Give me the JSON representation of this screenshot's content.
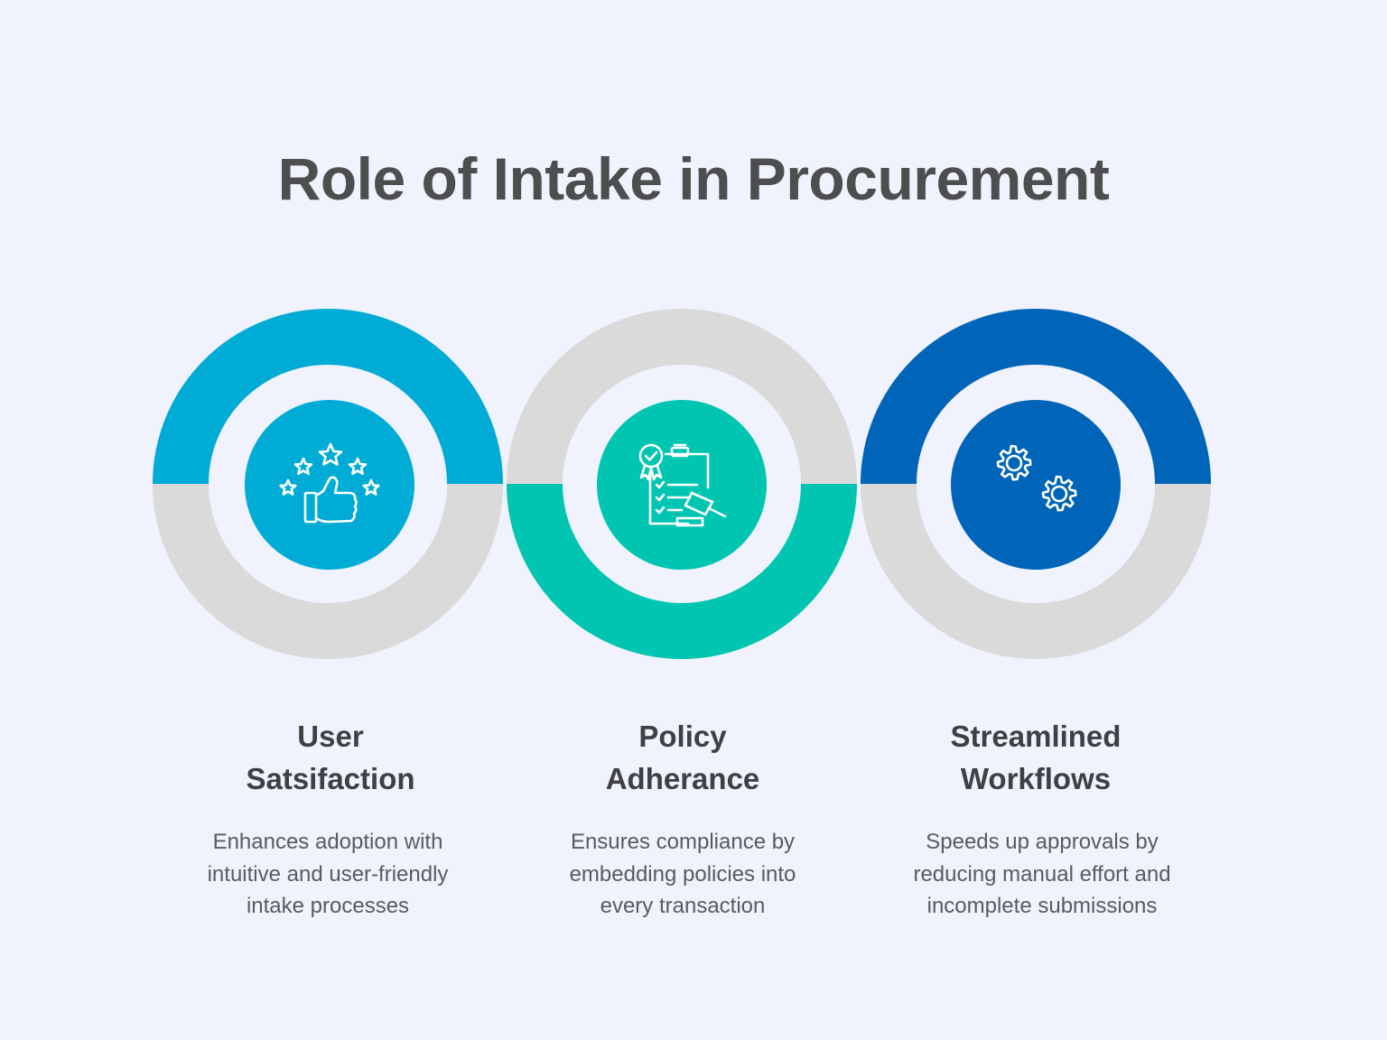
{
  "title": "Role of Intake in Procurement",
  "colors": {
    "background": "#f0f2fd",
    "ring_track": "#dadada",
    "user_satisfaction": "#00acd6",
    "policy_adherance": "#00c6b1",
    "streamlined_workflows": "#0065b8"
  },
  "items": [
    {
      "title_line1": "User",
      "title_line2": "Satsifaction",
      "desc_line1": "Enhances adoption with",
      "desc_line2": "intuitive and user-friendly",
      "desc_line3": "intake processes",
      "icon": "thumbs-up-stars-icon"
    },
    {
      "title_line1": "Policy",
      "title_line2": "Adherance",
      "desc_line1": "Ensures compliance by",
      "desc_line2": "embedding policies into",
      "desc_line3": "every transaction",
      "icon": "clipboard-gavel-icon"
    },
    {
      "title_line1": "Streamlined",
      "title_line2": "Workflows",
      "desc_line1": "Speeds up approvals by",
      "desc_line2": "reducing manual effort and",
      "desc_line3": "incomplete submissions",
      "icon": "gears-icon"
    }
  ]
}
